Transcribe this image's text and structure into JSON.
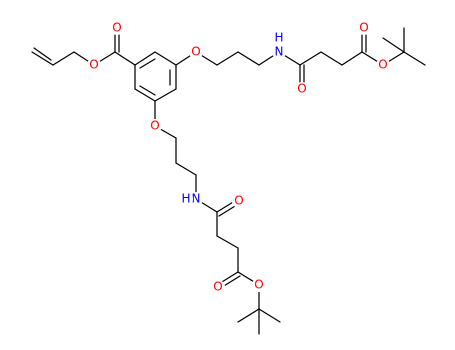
{
  "molecule": {
    "atoms": [
      {
        "id": "o_allyl",
        "label": "O",
        "color": "#ff0000"
      },
      {
        "id": "o_ester_carbonyl",
        "label": "O",
        "color": "#ff0000"
      },
      {
        "id": "o_ether_right",
        "label": "O",
        "color": "#ff0000"
      },
      {
        "id": "n_top",
        "label": "N",
        "color": "#0000ff"
      },
      {
        "id": "h_top",
        "label": "H",
        "color": "#0000ff"
      },
      {
        "id": "o_amide_top",
        "label": "O",
        "color": "#ff0000"
      },
      {
        "id": "o_ester_top_carbonyl",
        "label": "O",
        "color": "#ff0000"
      },
      {
        "id": "o_ester_top",
        "label": "O",
        "color": "#ff0000"
      },
      {
        "id": "o_ether_lower",
        "label": "O",
        "color": "#ff0000"
      },
      {
        "id": "n_lower",
        "label": "N",
        "color": "#0000ff"
      },
      {
        "id": "h_lower",
        "label": "H",
        "color": "#0000ff"
      },
      {
        "id": "o_amide_lower",
        "label": "O",
        "color": "#ff0000"
      },
      {
        "id": "o_ester_lower_carbonyl",
        "label": "O",
        "color": "#ff0000"
      },
      {
        "id": "o_ester_lower",
        "label": "O",
        "color": "#ff0000"
      }
    ]
  }
}
